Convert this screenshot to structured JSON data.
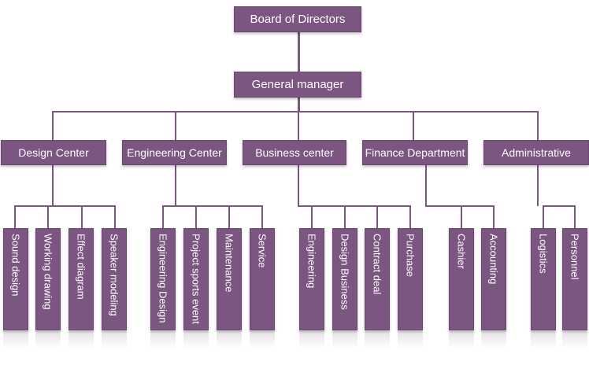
{
  "org": {
    "board": "Board of Directors",
    "gm": "General manager",
    "departments": [
      {
        "name": "Design Center",
        "units": [
          "Sound design",
          "Working drawing",
          "Effect diagram",
          "Speaker modeling"
        ]
      },
      {
        "name": "Engineering Center",
        "units": [
          "Engineering Design",
          "Project sports event",
          "Maintenance",
          "Service"
        ]
      },
      {
        "name": "Business center",
        "units": [
          "Engineering",
          "Design Business",
          "Contract deal",
          "Purchase"
        ]
      },
      {
        "name": "Finance Department",
        "units": [
          "Cashier",
          "Accounting"
        ]
      },
      {
        "name": "Administrative",
        "units": [
          "Logistics",
          "Personnel"
        ]
      }
    ]
  },
  "colors": {
    "box": "#7a5680",
    "line": "#7a5680",
    "text": "#ffffff"
  }
}
